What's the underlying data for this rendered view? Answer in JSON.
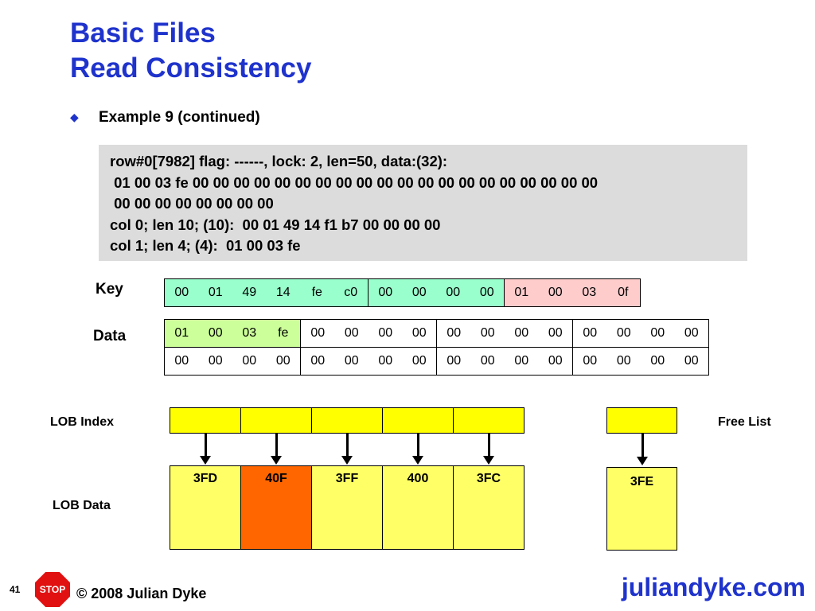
{
  "slide": {
    "title_line1": "Basic Files",
    "title_line2": "Read Consistency",
    "bullet_icon": "diamond-bullet-icon",
    "bullet": "Example 9 (continued)"
  },
  "dump_lines": [
    "row#0[7982] flag: ------, lock: 2, len=50, data:(32):",
    " 01 00 03 fe 00 00 00 00 00 00 00 00 00 00 00 00 00 00 00 00 00 00 00 00",
    " 00 00 00 00 00 00 00 00",
    "col 0; len 10; (10):  00 01 49 14 f1 b7 00 00 00 00",
    "col 1; len 4; (4):  01 00 03 fe"
  ],
  "key": {
    "label": "Key",
    "groups": [
      {
        "color": "#99ffcc",
        "values": [
          "00",
          "01",
          "49",
          "14",
          "fe",
          "c0"
        ]
      },
      {
        "color": "#99ffcc",
        "values": [
          "00",
          "00",
          "00",
          "00"
        ]
      },
      {
        "color": "#ffcccc",
        "values": [
          "01",
          "00",
          "03",
          "0f"
        ]
      }
    ]
  },
  "data": {
    "label": "Data",
    "rows": [
      [
        {
          "color": "#ccff99",
          "values": [
            "01",
            "00",
            "03",
            "fe"
          ]
        },
        {
          "color": "#ffffff",
          "values": [
            "00",
            "00",
            "00",
            "00"
          ]
        },
        {
          "color": "#ffffff",
          "values": [
            "00",
            "00",
            "00",
            "00"
          ]
        },
        {
          "color": "#ffffff",
          "values": [
            "00",
            "00",
            "00",
            "00"
          ]
        }
      ],
      [
        {
          "color": "#ffffff",
          "values": [
            "00",
            "00",
            "00",
            "00"
          ]
        },
        {
          "color": "#ffffff",
          "values": [
            "00",
            "00",
            "00",
            "00"
          ]
        },
        {
          "color": "#ffffff",
          "values": [
            "00",
            "00",
            "00",
            "00"
          ]
        },
        {
          "color": "#ffffff",
          "values": [
            "00",
            "00",
            "00",
            "00"
          ]
        }
      ]
    ]
  },
  "lob": {
    "index_label": "LOB Index",
    "data_label": "LOB Data",
    "free_list_label": "Free List",
    "blocks": [
      "3FD",
      "40F",
      "3FF",
      "400",
      "3FC"
    ],
    "highlight": "40F",
    "free_block": "3FE",
    "colors": {
      "index": "#ffff00",
      "data": "#ffff66",
      "highlight": "#ff6600"
    }
  },
  "footer": {
    "page": "41",
    "stop": "STOP",
    "copyright": "© 2008 Julian Dyke",
    "site": "juliandyke.com"
  }
}
